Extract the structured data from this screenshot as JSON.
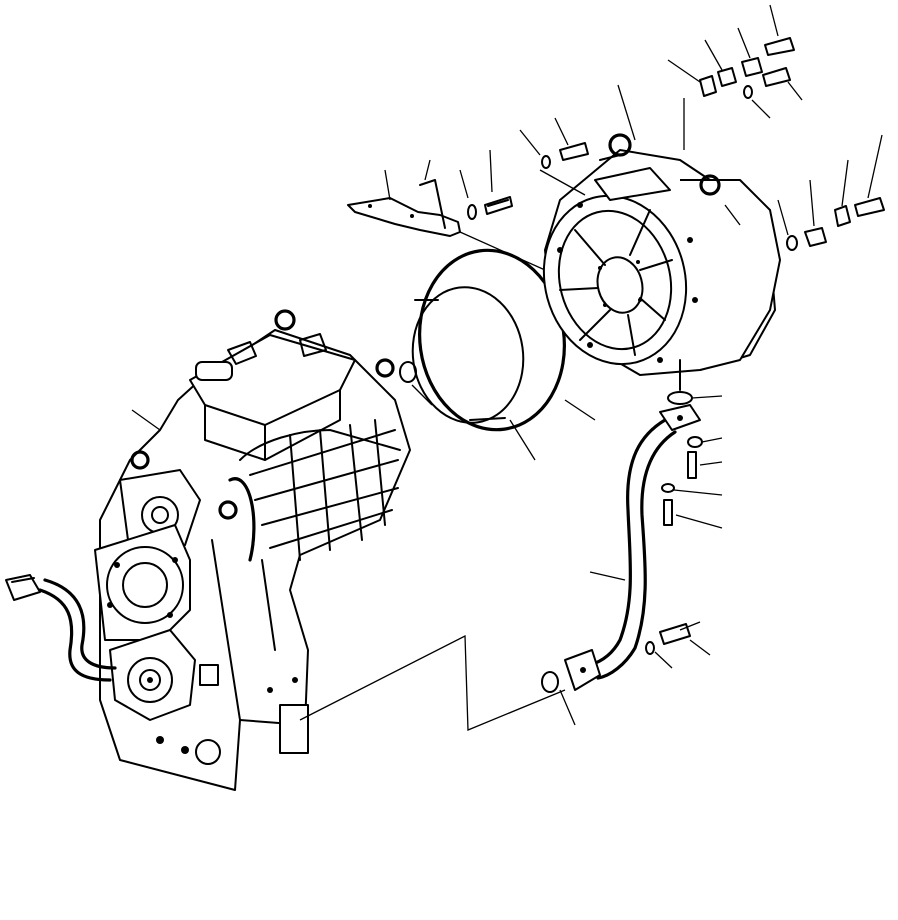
{
  "diagram": {
    "drawing_code": "",
    "parts": [
      {
        "name": "transmission-assembly",
        "icon": "transmission-housing-icon"
      },
      {
        "name": "torque-converter-housing",
        "icon": "bell-housing-icon"
      },
      {
        "name": "seal-ring-large",
        "icon": "ring-icon"
      },
      {
        "name": "bracket",
        "icon": "bracket-icon"
      },
      {
        "name": "oil-tube",
        "icon": "tube-icon"
      },
      {
        "name": "hose-fitting",
        "icon": "fitting-icon"
      },
      {
        "name": "o-ring",
        "icon": "o-ring-icon"
      },
      {
        "name": "bolt",
        "icon": "bolt-icon"
      },
      {
        "name": "washer",
        "icon": "washer-icon"
      },
      {
        "name": "lifting-eye",
        "icon": "eyebolt-icon"
      },
      {
        "name": "plug",
        "icon": "plug-icon"
      },
      {
        "name": "clip",
        "icon": "clip-icon"
      }
    ]
  }
}
